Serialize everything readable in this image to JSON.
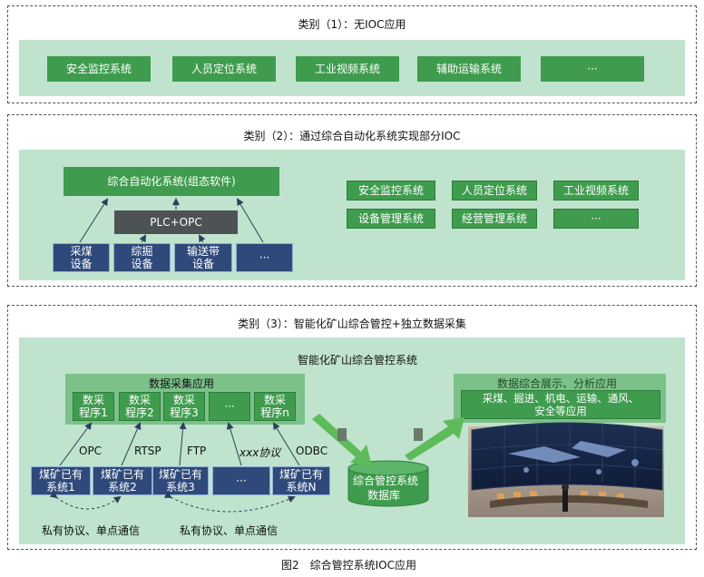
{
  "panel1": {
    "title": "类别（1）：无IOC应用",
    "systems": [
      "安全监控系统",
      "人员定位系统",
      "工业视频系统",
      "辅助运输系统",
      "···"
    ]
  },
  "panel2": {
    "title": "类别（2）：通过综合自动化系统实现部分IOC",
    "automation": "综合自动化系统(组态软件)",
    "plc": "PLC+OPC",
    "devices": [
      {
        "line1": "采煤",
        "line2": "设备"
      },
      {
        "line1": "综掘",
        "line2": "设备"
      },
      {
        "line1": "输送带",
        "line2": "设备"
      },
      {
        "line1": "···",
        "line2": ""
      }
    ],
    "systems": [
      "安全监控系统",
      "人员定位系统",
      "工业视频系统",
      "设备管理系统",
      "经营管理系统",
      "···"
    ]
  },
  "panel3": {
    "title": "类别（3）：智能化矿山综合管控+独立数据采集",
    "platform": "智能化矿山综合管控系统",
    "collect_title": "数据采集应用",
    "programs": [
      {
        "line1": "数采",
        "line2": "程序1"
      },
      {
        "line1": "数采",
        "line2": "程序2"
      },
      {
        "line1": "数采",
        "line2": "程序3"
      },
      {
        "line1": "···",
        "line2": ""
      },
      {
        "line1": "数采",
        "line2": "程序n"
      }
    ],
    "protocols": [
      "OPC",
      "RTSP",
      "FTP",
      "xxx协议",
      "ODBC"
    ],
    "mine_systems": [
      {
        "line1": "煤矿已有",
        "line2": "系统1"
      },
      {
        "line1": "煤矿已有",
        "line2": "系统2"
      },
      {
        "line1": "煤矿已有",
        "line2": "系统3"
      },
      {
        "line1": "···",
        "line2": ""
      },
      {
        "line1": "煤矿已有",
        "line2": "系统N"
      }
    ],
    "private_note_1": "私有协议、单点通信",
    "private_note_2": "私有协议、单点通信",
    "database": {
      "line1": "综合管控系统",
      "line2": "数据库"
    },
    "display_title": "数据综合展示、分析应用",
    "display_desc_1": "采煤、掘进、机电、运输、通风、",
    "display_desc_2": "安全等应用"
  },
  "caption": "图2　综合管控系统IOC应用",
  "colors": {
    "panel_bg": "#bfe3cd",
    "green": "#3f9c4e",
    "dark": "#4d5355",
    "blue": "#2f4a7a"
  }
}
